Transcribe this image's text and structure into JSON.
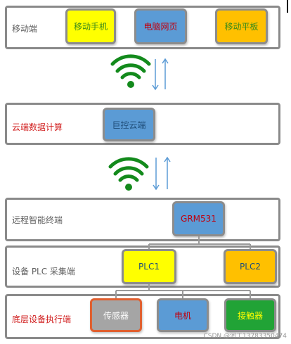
{
  "tiers": {
    "mobile": {
      "label": "移动端"
    },
    "cloud": {
      "label": "云端数据计算"
    },
    "terminal": {
      "label": "远程智能终端"
    },
    "plc": {
      "label": "设备 PLC 采集端"
    },
    "bottom": {
      "label": "底层设备执行端"
    }
  },
  "nodes": {
    "phone": "移动手机",
    "pc_web": "电脑网页",
    "tablet": "移动平板",
    "cloud": "巨控云端",
    "grm": "GRM531",
    "plc1": "PLC1",
    "plc2": "PLC2",
    "sensor": "传感器",
    "motor": "电机",
    "contactor": "接触器"
  },
  "watermark": "CSDN @河工13783350474",
  "colors": {
    "yellow": "#ffff00",
    "blue": "#5b9bd5",
    "orange": "#ffc000",
    "gray": "#a5a5a5",
    "green": "#21a336",
    "wifi": "#138a1c",
    "arrow": "#5b9bd5",
    "label_red": "#d11f1f"
  },
  "icons": [
    "wifi-icon",
    "bidirectional-arrow-icon"
  ]
}
